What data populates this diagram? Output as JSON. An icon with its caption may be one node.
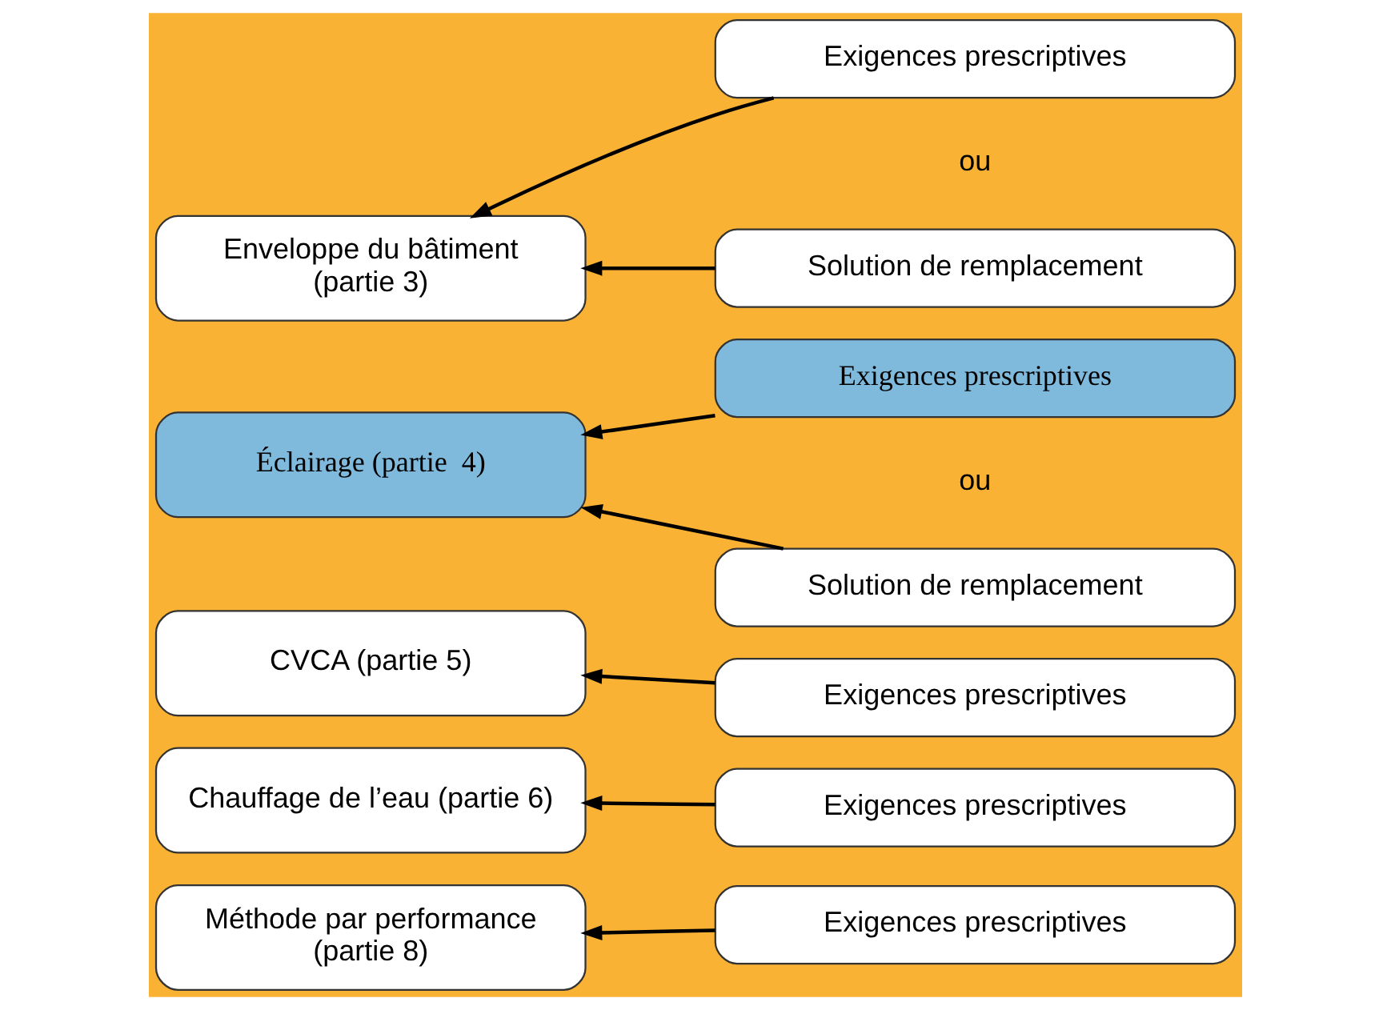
{
  "diagram": {
    "nodes": [
      {
        "text": [
          "Enveloppe du bâtiment (partie 3)"
        ]
      },
      {
        "text": [
          "Exigences prescriptives"
        ]
      },
      {
        "text": [
          "Solution de remplacement"
        ]
      },
      {
        "text": [
          "Éclairage (partie  4)"
        ]
      },
      {
        "text": [
          "Exigences prescriptives"
        ]
      },
      {
        "text": [
          "Solution de remplacement"
        ]
      },
      {
        "text": [
          "CVCA (partie 5)"
        ]
      },
      {
        "text": [
          "Exigences prescriptives"
        ]
      },
      {
        "text": [
          "Chauffage de l’eau (partie 6)"
        ]
      },
      {
        "text": [
          "Exigences prescriptives"
        ]
      },
      {
        "text": [
          "Méthode par performance (partie 8)"
        ]
      },
      {
        "text": [
          "Exigences prescriptives"
        ]
      }
    ],
    "edges": [
      {
        "from": 1,
        "to": 0,
        "arrow": "to"
      },
      {
        "from": 2,
        "to": 0,
        "arrow": "to"
      },
      {
        "from": 4,
        "to": 3,
        "arrow": "to"
      },
      {
        "from": 5,
        "to": 3,
        "arrow": "to"
      },
      {
        "from": 7,
        "to": 6,
        "arrow": "to"
      },
      {
        "from": 9,
        "to": 8,
        "arrow": "to"
      },
      {
        "from": 11,
        "to": 10,
        "arrow": "to"
      }
    ],
    "labels": [
      "ou",
      "ou"
    ]
  }
}
